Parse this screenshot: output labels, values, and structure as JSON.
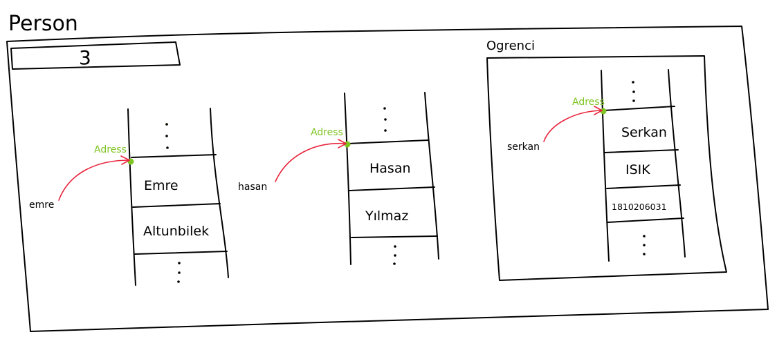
{
  "title": "Person",
  "counter": "3",
  "inner_box": {
    "label": "Ogrenci"
  },
  "colors": {
    "pointer": "#e8243c",
    "address": "#7ec423",
    "ink": "#000000"
  },
  "objects": [
    {
      "variable": "emre",
      "address_label": "Adress",
      "fields": [
        "Emre",
        "Altunbilek"
      ]
    },
    {
      "variable": "hasan",
      "address_label": "Adress",
      "fields": [
        "Hasan",
        "Yılmaz"
      ]
    },
    {
      "variable": "serkan",
      "address_label": "Adress",
      "fields": [
        "Serkan",
        "ISIK",
        "1810206031"
      ]
    }
  ]
}
